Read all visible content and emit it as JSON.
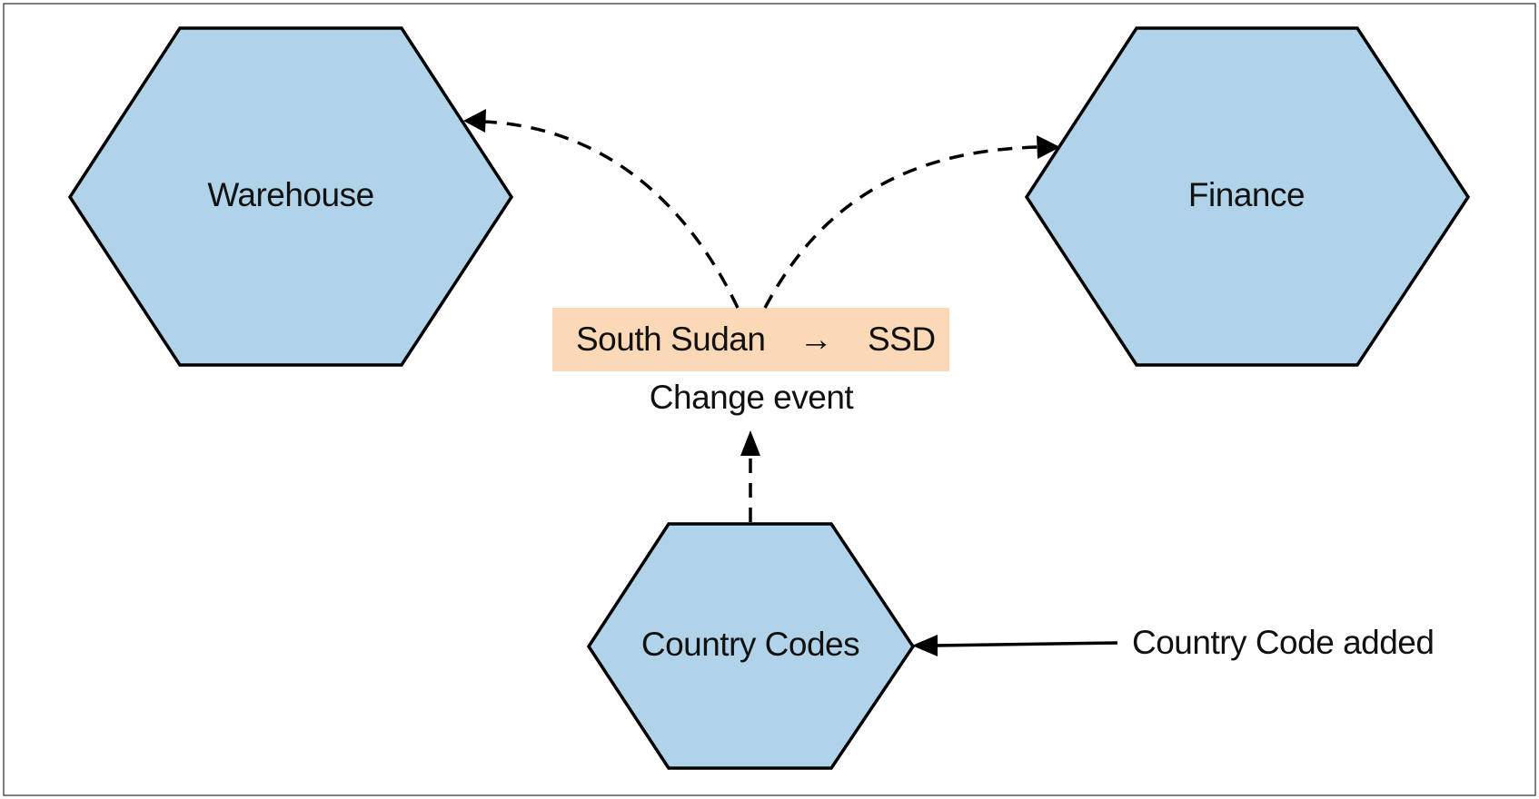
{
  "nodes": {
    "warehouse": {
      "label": "Warehouse"
    },
    "finance": {
      "label": "Finance"
    },
    "country_codes": {
      "label": "Country Codes"
    }
  },
  "change_event": {
    "from": "South Sudan",
    "arrow": "→",
    "to": "SSD",
    "caption": "Change event"
  },
  "trigger": {
    "label": "Country Code added"
  },
  "colors": {
    "hexagon_fill": "#b1d3ea",
    "event_fill": "#fcd9b6",
    "stroke": "#000000"
  }
}
